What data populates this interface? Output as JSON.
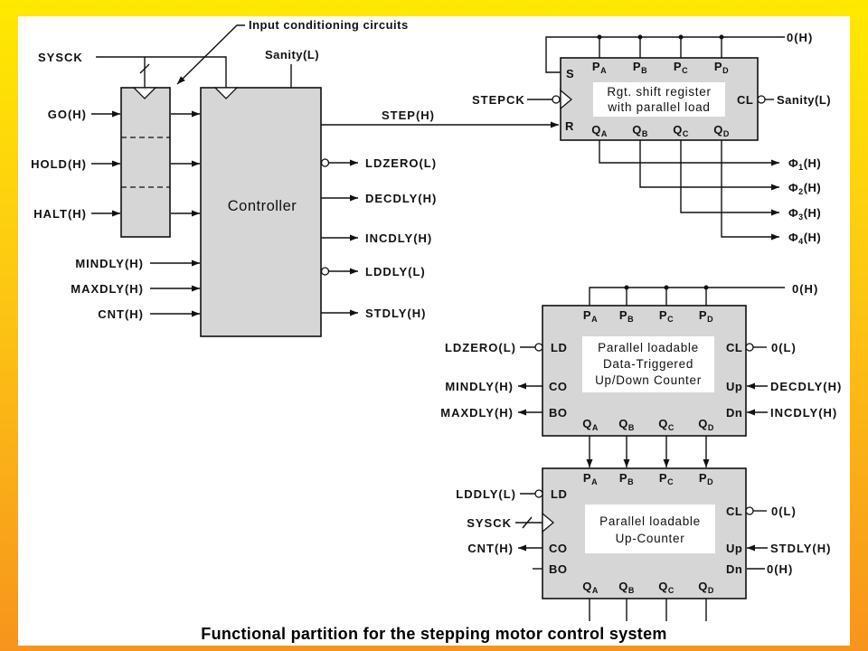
{
  "caption": "Functional partition for the stepping motor control system",
  "callout": "Input conditioning circuits",
  "inputs": {
    "sysck": "SYSCK",
    "sanity": "Sanity(L)",
    "go": "GO(H)",
    "hold": "HOLD(H)",
    "halt": "HALT(H)",
    "mindly": "MINDLY(H)",
    "maxdly": "MAXDLY(H)",
    "cnt": "CNT(H)"
  },
  "controller": {
    "label": "Controller",
    "step": "STEP(H)",
    "ldzero": "LDZERO(L)",
    "decdly": "DECDLY(H)",
    "incdly": "INCDLY(H)",
    "lddly": "LDDLY(L)",
    "stdly": "STDLY(H)"
  },
  "pins": {
    "p": "P",
    "q": "Q",
    "suffixes": [
      "A",
      "B",
      "C",
      "D"
    ],
    "s": "S",
    "r": "R",
    "cl": "CL",
    "ld": "LD",
    "co": "CO",
    "bo": "BO",
    "up": "Up",
    "dn": "Dn"
  },
  "shift_register": {
    "title": [
      "Rgt. shift register",
      "with parallel load"
    ],
    "clock": "STEPCK",
    "parallel_in": "0(H)",
    "clear": "Sanity(L)",
    "phase_symbol": "Φ",
    "phases": [
      "1",
      "2",
      "3",
      "4"
    ],
    "phase_suffix": "(H)"
  },
  "updown_counter": {
    "title": [
      "Parallel loadable",
      "Data-Triggered",
      "Up/Down Counter"
    ],
    "parallel_in": "0(H)",
    "load": "LDZERO(L)",
    "carry_out": "MINDLY(H)",
    "borrow_out": "MAXDLY(H)",
    "clear": "0(L)",
    "up": "DECDLY(H)",
    "down": "INCDLY(H)"
  },
  "up_counter": {
    "title": [
      "Parallel loadable",
      "Up-Counter"
    ],
    "load": "LDDLY(L)",
    "clock": "SYSCK",
    "carry_out": "CNT(H)",
    "clear": "0(L)",
    "up": "STDLY(H)",
    "down": "0(H)"
  }
}
